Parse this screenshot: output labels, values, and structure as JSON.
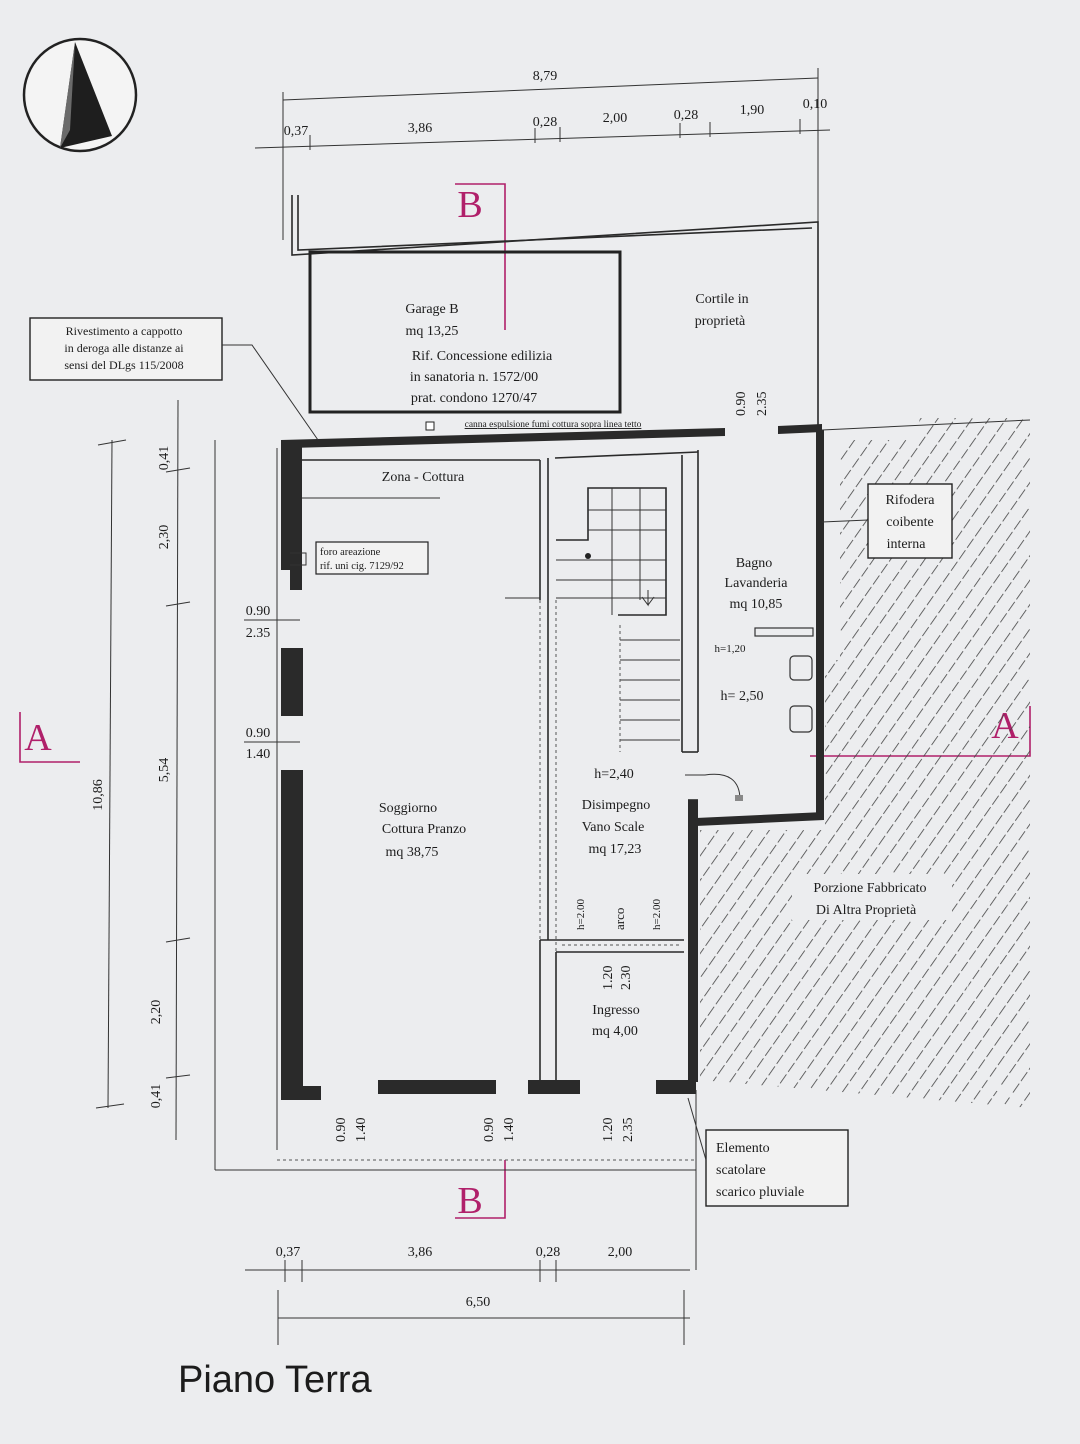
{
  "title": "Piano Terra",
  "compass": {
    "icon": "north-arrow-icon"
  },
  "section_marks": {
    "b": "B",
    "a": "A"
  },
  "dims_top": {
    "total": "8,79",
    "segments": [
      "0,37",
      "3,86",
      "0,28",
      "2,00",
      "0,28",
      "1,90",
      "0,10"
    ]
  },
  "dims_bottom": {
    "total": "6,50",
    "segments": [
      "0,37",
      "3,86",
      "0,28",
      "2,00"
    ]
  },
  "dims_left": {
    "total": "10,86",
    "segments": [
      "0,41",
      "2,30",
      "5,54",
      "2,20",
      "0,41"
    ]
  },
  "windows": {
    "left1": [
      "0.90",
      "2.35"
    ],
    "left2": [
      "0.90",
      "1.40"
    ],
    "bottom1": [
      "0.90",
      "1.40"
    ],
    "bottom2": [
      "0.90",
      "1.40"
    ],
    "bottom3": [
      "1.20",
      "2.35"
    ],
    "door_courtyard": [
      "0.90",
      "2.35"
    ],
    "arco": [
      "1.20",
      "2.30"
    ]
  },
  "notes": {
    "cappotto": [
      "Rivestimento a cappotto",
      "in deroga alle distanze ai",
      "sensi del DLgs 115/2008"
    ],
    "canna": "canna espulsione fumi cottura sopra linea tetto",
    "foro": [
      "foro areazione",
      "rif. uni cig. 7129/92"
    ],
    "rifodera": [
      "Rifodera",
      "coibente",
      "interna"
    ],
    "elemento": [
      "Elemento",
      "scatolare",
      "scarico pluviale"
    ]
  },
  "rooms": {
    "garage": [
      "Garage B",
      "mq 13,25",
      "Rif. Concessione edilizia",
      "in sanatoria n. 1572/00",
      "prat. condono 1270/47"
    ],
    "cortile": [
      "Cortile in",
      "proprietà"
    ],
    "cottura": "Zona - Cottura",
    "bagno": [
      "Bagno",
      "Lavanderia",
      "mq 10,85"
    ],
    "bagno_h": "h= 2,50",
    "bagno_h2": "h=1,20",
    "soggiorno": [
      "Soggiorno",
      "Cottura Pranzo",
      "mq 38,75"
    ],
    "disimpegno": [
      "Disimpegno",
      "Vano Scale",
      "mq 17,23"
    ],
    "disimpegno_h": "h=2,40",
    "ingresso": [
      "Ingresso",
      "mq 4,00"
    ],
    "arco_labels": [
      "h=2.00",
      "arco",
      "h=2.00"
    ],
    "altra": [
      "Porzione Fabbricato",
      "Di Altra Proprietà"
    ]
  }
}
